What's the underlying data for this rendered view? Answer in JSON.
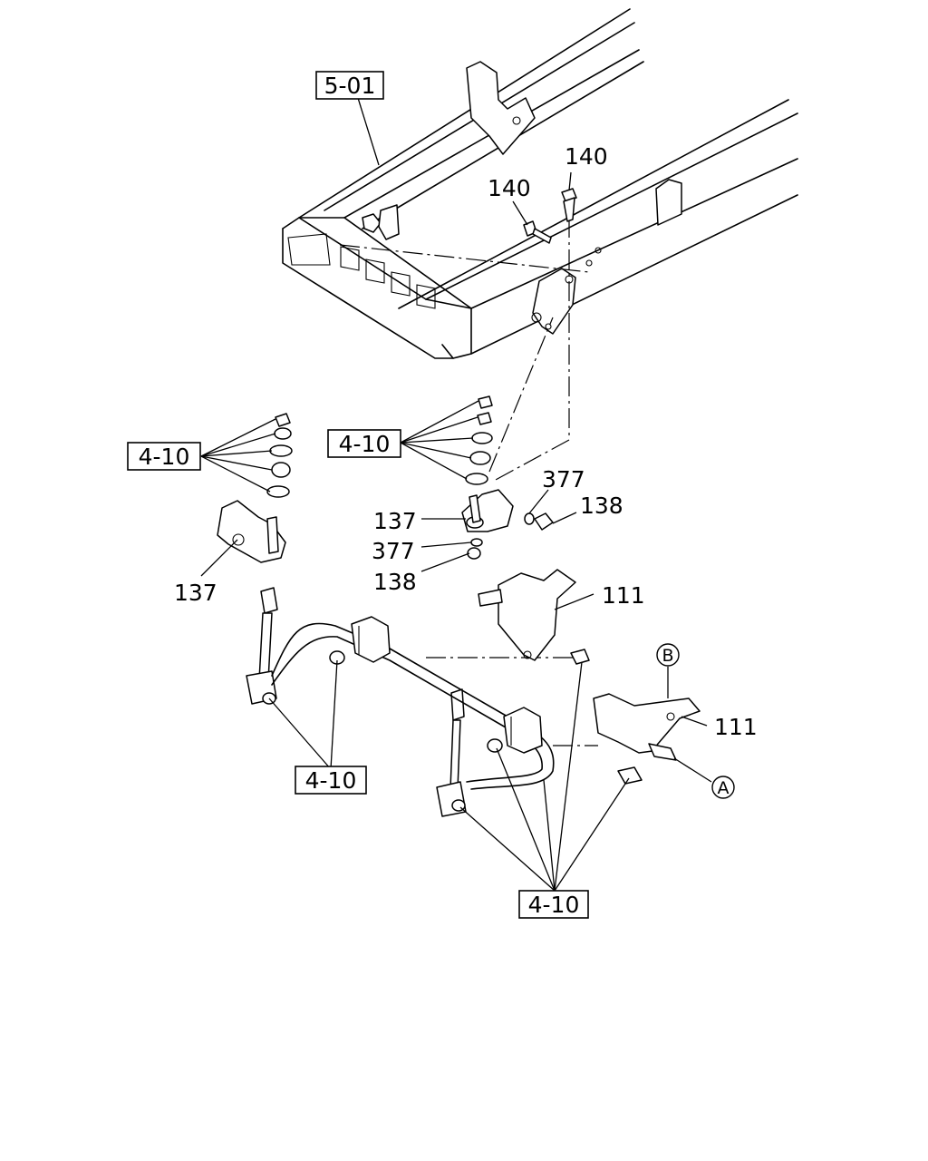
{
  "refs": {
    "frame": "5-01",
    "group_left_upper": "4-10",
    "group_center_upper": "4-10",
    "group_left_lower": "4-10",
    "group_bottom": "4-10"
  },
  "parts": {
    "bolt_top": "140",
    "bolt_side": "140",
    "clamp_right": "377",
    "nut_right": "138",
    "bracket_center": "137",
    "washer_center": "377",
    "nut_center": "138",
    "bracket_left": "137",
    "bracket_upper": "111",
    "bracket_lower": "111"
  },
  "connectors": {
    "b": "B",
    "a": "A"
  }
}
